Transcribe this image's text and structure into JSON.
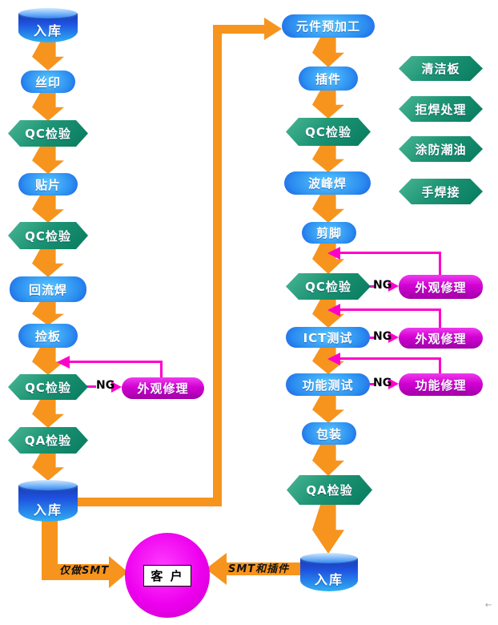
{
  "colors": {
    "arrow_orange": "#F7941D",
    "feedback_magenta": "#FF00CC",
    "node_blue_center": "#45C8FF",
    "node_blue_edge": "#1535D8",
    "hex_teal_light": "#4AB795",
    "hex_teal_dark": "#077A5E",
    "repair_magenta": "#D200D2",
    "customer_magenta": "#EE00EE"
  },
  "left_column": {
    "items": [
      {
        "label": "入库",
        "shape": "cylinder"
      },
      {
        "label": "丝印",
        "shape": "pill"
      },
      {
        "label": "QC检验",
        "shape": "hexagon"
      },
      {
        "label": "贴片",
        "shape": "pill"
      },
      {
        "label": "QC检验",
        "shape": "hexagon"
      },
      {
        "label": "回流焊",
        "shape": "pill"
      },
      {
        "label": "捡板",
        "shape": "pill"
      },
      {
        "label": "QC检验",
        "shape": "hexagon"
      },
      {
        "label": "QA检验",
        "shape": "hexagon"
      },
      {
        "label": "入库",
        "shape": "cylinder"
      }
    ],
    "ng_label": "NG",
    "repair_label": "外观修理"
  },
  "right_column": {
    "items": [
      {
        "label": "元件预加工",
        "shape": "pill"
      },
      {
        "label": "插件",
        "shape": "pill"
      },
      {
        "label": "QC检验",
        "shape": "hexagon"
      },
      {
        "label": "波峰焊",
        "shape": "pill"
      },
      {
        "label": "剪脚",
        "shape": "pill"
      },
      {
        "label": "QC检验",
        "shape": "hexagon"
      },
      {
        "label": "ICT测试",
        "shape": "pill"
      },
      {
        "label": "功能测试",
        "shape": "pill"
      },
      {
        "label": "包装",
        "shape": "pill"
      },
      {
        "label": "QA检验",
        "shape": "hexagon"
      },
      {
        "label": "入库",
        "shape": "cylinder"
      }
    ],
    "ng_rows": [
      {
        "ng": "NG",
        "repair": "外观修理"
      },
      {
        "ng": "NG",
        "repair": "外观修理"
      },
      {
        "ng": "NG",
        "repair": "功能修理"
      }
    ]
  },
  "legend": {
    "items": [
      {
        "label": "清洁板"
      },
      {
        "label": "拒焊处理"
      },
      {
        "label": "涂防潮油"
      },
      {
        "label": "手焊接"
      }
    ]
  },
  "customer": {
    "label": "客 户"
  },
  "edge_labels": {
    "smt_only": "仅做SMT",
    "smt_and_dip": "SMT和插件"
  },
  "artifact_mark": "←"
}
